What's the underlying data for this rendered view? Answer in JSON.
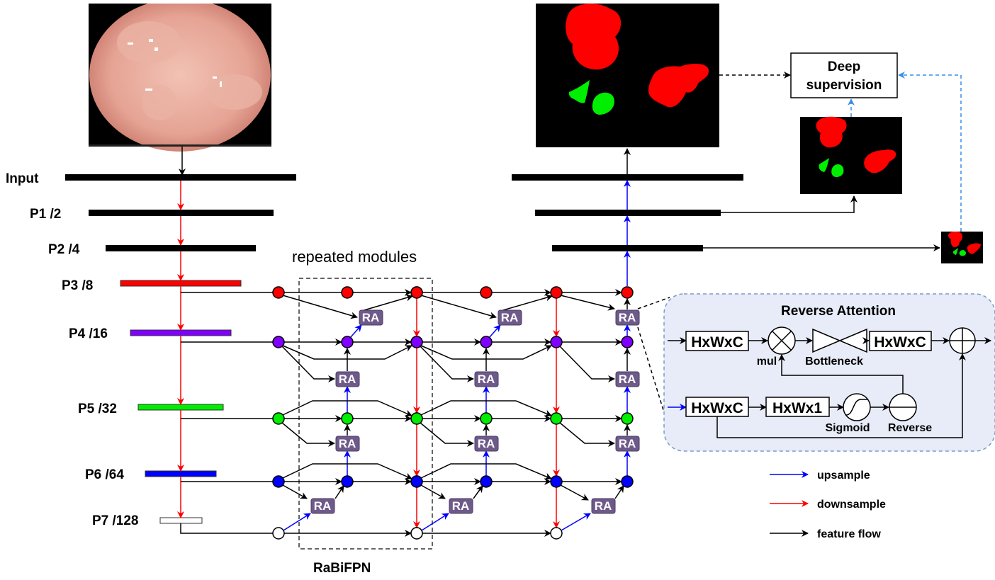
{
  "diagram": {
    "title": "RaBiFPN",
    "repeated_label": "repeated modules",
    "ra_label": "RA",
    "input_image": "endoscopy-image",
    "backbone_levels": [
      {
        "label": "Input",
        "color": "#000000"
      },
      {
        "label": "P1 /2",
        "color": "#000000"
      },
      {
        "label": "P2 /4",
        "color": "#000000"
      },
      {
        "label": "P3 /8",
        "color": "#ff0000"
      },
      {
        "label": "P4 /16",
        "color": "#8000ff"
      },
      {
        "label": "P5 /32",
        "color": "#00ee00"
      },
      {
        "label": "P6 /64",
        "color": "#0000ff"
      },
      {
        "label": "P7 /128",
        "color": "#ffffff"
      }
    ],
    "deep_supervision": {
      "line1": "Deep",
      "line2": "supervision"
    },
    "reverse_attention": {
      "title": "Reverse Attention",
      "box_top_left": "HxWxC",
      "box_top_right": "HxWxC",
      "box_bottom_left": "HxWxC",
      "box_bottom_mid": "HxWx1",
      "mul_label": "mul",
      "bottleneck_label": "Bottleneck",
      "sigmoid_label": "Sigmoid",
      "reverse_label": "Reverse"
    },
    "legend": [
      {
        "label": "upsample",
        "color": "#0000ff"
      },
      {
        "label": "downsample",
        "color": "#ff0000"
      },
      {
        "label": "feature flow",
        "color": "#000000"
      }
    ],
    "colors": {
      "ra_fill": "#6e5a8a",
      "ra_panel_fill": "#e8ecf8",
      "ra_panel_border": "#7a9cc6",
      "deep_sup_arrow": "#3a8ee6",
      "mask_red": "#ff0000",
      "mask_green": "#00ee00"
    }
  }
}
